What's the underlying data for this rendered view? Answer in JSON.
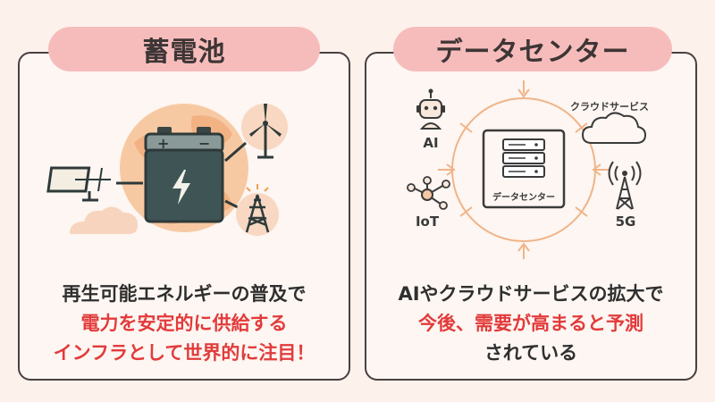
{
  "left": {
    "title": "蓄電池",
    "desc": [
      "再生可能エネルギーの普及で",
      "電力を安定的に供給する",
      "インフラとして世界的に注目！"
    ]
  },
  "right": {
    "title": "データセンター",
    "desc": [
      "AIやクラウドサービスの拡大で",
      "今後、需要が高まると予測",
      "されている"
    ],
    "labels": {
      "ai": "AI",
      "cloud": "クラウドサービス",
      "iot": "IoT",
      "five_g": "5G",
      "server": "データセンター"
    }
  },
  "colors": {
    "background": "#fdf1ec",
    "pill": "#f6bcbc",
    "accent_red": "#e23b3b",
    "orange_lines": "#f0b488"
  },
  "icons": [
    "battery-icon",
    "solar-panel-icon",
    "wind-turbine-icon",
    "power-tower-icon",
    "globe-icon",
    "cloud-icon",
    "robot-icon",
    "iot-hub-icon",
    "antenna-icon",
    "server-icon"
  ]
}
